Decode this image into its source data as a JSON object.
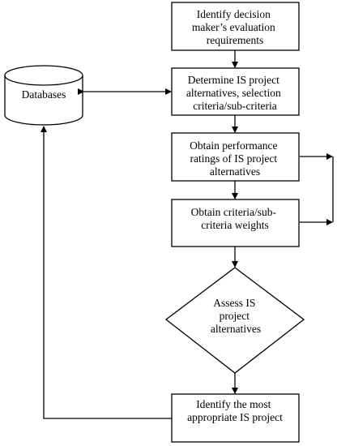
{
  "diagram": {
    "nodes": {
      "identify_requirements": [
        "Identify decision",
        "maker’s evaluation",
        "requirements"
      ],
      "determine_alternatives": [
        "Determine IS project",
        "alternatives, selection",
        "criteria/sub-criteria"
      ],
      "obtain_ratings": [
        "Obtain performance",
        "ratings of IS project",
        "alternatives"
      ],
      "obtain_weights": [
        "Obtain criteria/sub-",
        "criteria weights"
      ],
      "assess_alternatives": [
        "Assess IS",
        "project",
        "alternatives"
      ],
      "identify_most_appropriate": [
        "Identify the most",
        "appropriate IS project"
      ],
      "databases": [
        "Databases"
      ]
    }
  }
}
